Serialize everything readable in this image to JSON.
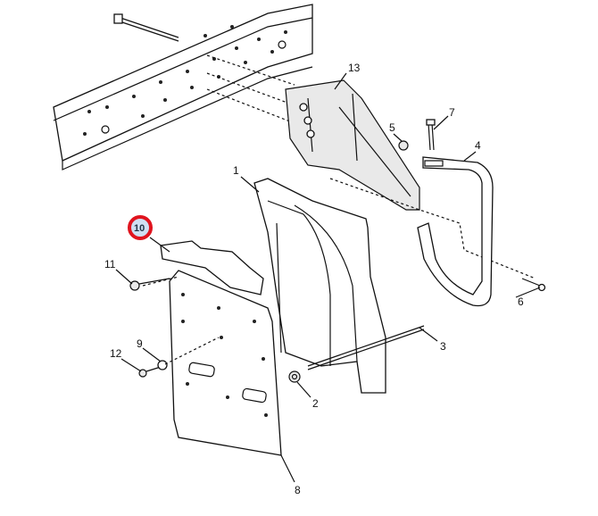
{
  "diagram": {
    "highlighted_callout": "10",
    "highlight_color": "#e0141e",
    "highlight_fill": "#cfe0f2",
    "callouts": [
      {
        "id": "c13",
        "text": "13"
      },
      {
        "id": "c7",
        "text": "7"
      },
      {
        "id": "c5",
        "text": "5"
      },
      {
        "id": "c4",
        "text": "4"
      },
      {
        "id": "c1",
        "text": "1"
      },
      {
        "id": "c10",
        "text": "10"
      },
      {
        "id": "c11",
        "text": "11"
      },
      {
        "id": "c6",
        "text": "6"
      },
      {
        "id": "c9",
        "text": "9"
      },
      {
        "id": "c12",
        "text": "12"
      },
      {
        "id": "c3",
        "text": "3"
      },
      {
        "id": "c2",
        "text": "2"
      },
      {
        "id": "c8",
        "text": "8"
      }
    ]
  }
}
